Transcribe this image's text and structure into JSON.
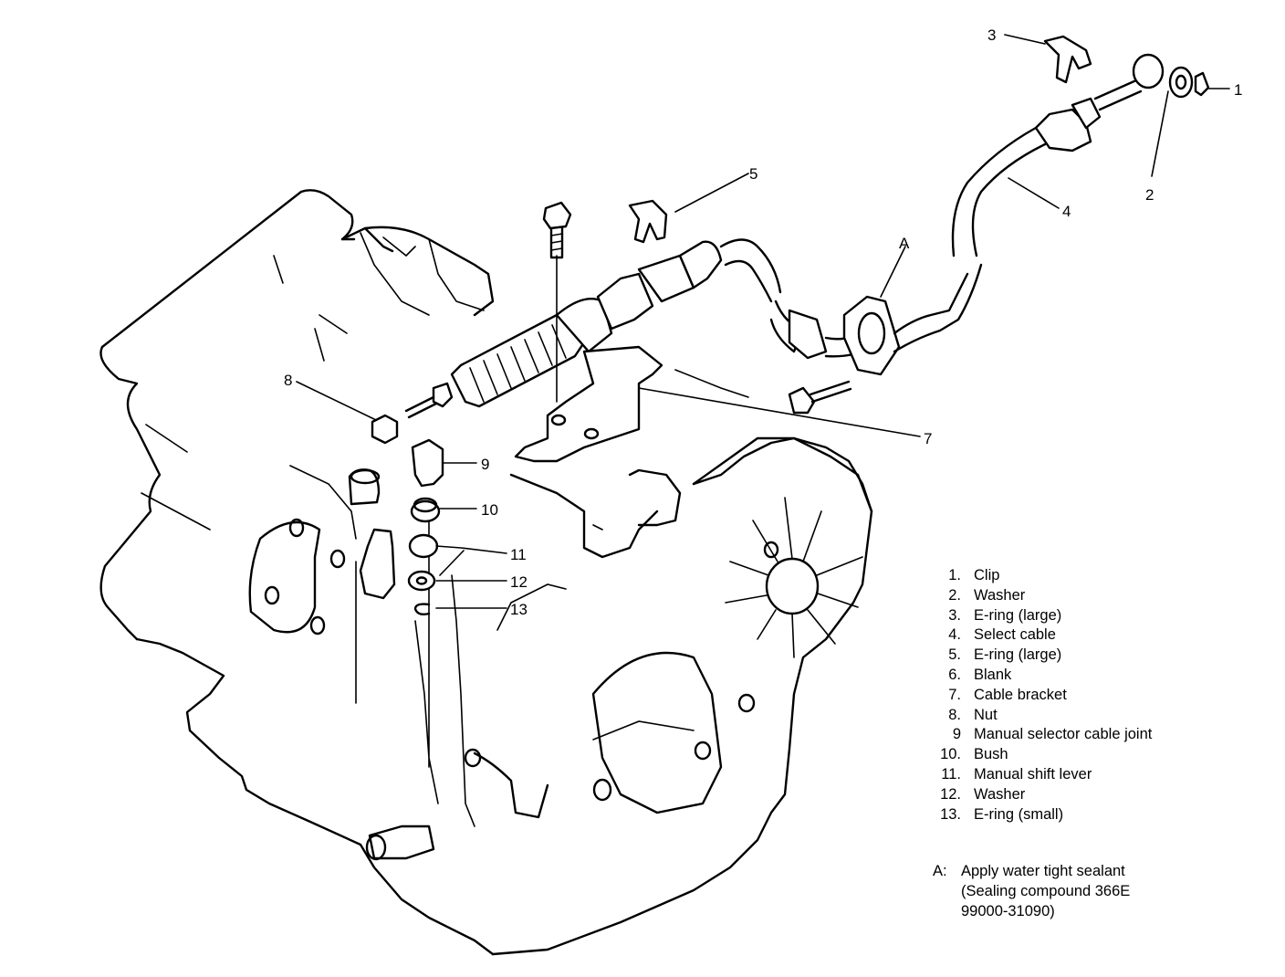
{
  "callouts": [
    {
      "num": "1"
    },
    {
      "num": "2"
    },
    {
      "num": "3"
    },
    {
      "num": "4"
    },
    {
      "num": "5"
    },
    {
      "num": "7"
    },
    {
      "num": "8"
    },
    {
      "num": "9"
    },
    {
      "num": "10"
    },
    {
      "num": "11"
    },
    {
      "num": "12"
    },
    {
      "num": "13"
    },
    {
      "num": "A"
    }
  ],
  "legend": [
    {
      "num": "1.",
      "text": "Clip"
    },
    {
      "num": "2.",
      "text": "Washer"
    },
    {
      "num": "3.",
      "text": "E-ring (large)"
    },
    {
      "num": "4.",
      "text": "Select cable"
    },
    {
      "num": "5.",
      "text": "E-ring (large)"
    },
    {
      "num": "6.",
      "text": "Blank"
    },
    {
      "num": "7.",
      "text": "Cable bracket"
    },
    {
      "num": "8.",
      "text": "Nut"
    },
    {
      "num": "9",
      "text": "Manual selector cable joint"
    },
    {
      "num": "10.",
      "text": "Bush"
    },
    {
      "num": "11.",
      "text": "Manual shift lever"
    },
    {
      "num": "12.",
      "text": "Washer"
    },
    {
      "num": "13.",
      "text": "E-ring (small)"
    }
  ],
  "note": {
    "key": "A:",
    "lines": [
      "Apply water tight sealant",
      "(Sealing compound 366E",
      "99000-31090)"
    ]
  }
}
